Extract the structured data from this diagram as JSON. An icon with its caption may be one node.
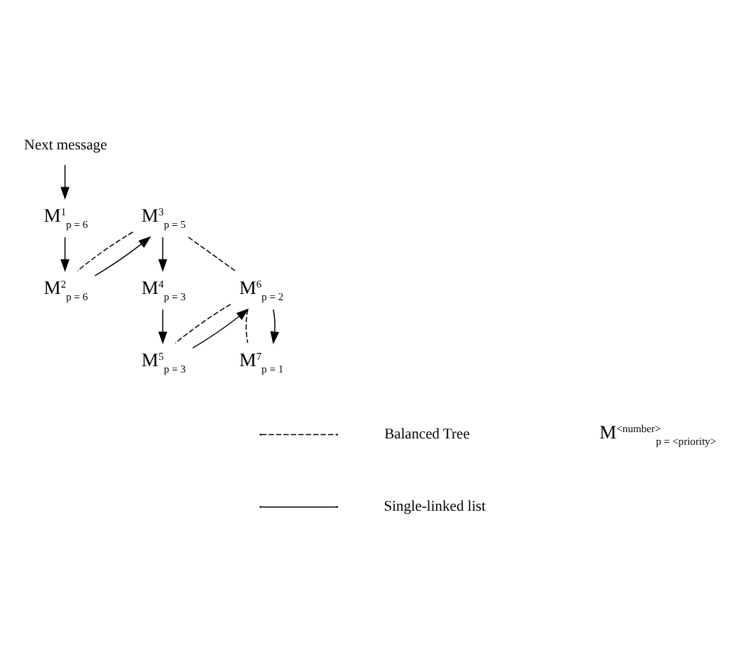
{
  "diagram": {
    "nodes": [
      {
        "text": [
          "Next message"
        ]
      },
      {
        "text": [
          "M$^{3}$$_{p = 5}$"
        ]
      },
      {
        "text": [
          "M$^{1}$$_{p = 6}$"
        ]
      },
      {
        "text": [
          "M$^{2}$$_{p = 6}$"
        ]
      },
      {
        "text": [
          "M$^{6}$$_{p = 2}$"
        ]
      },
      {
        "text": [
          "M$^{4}$$_{p = 3}$"
        ]
      },
      {
        "text": [
          "M$^{5}$$_{p = 3}$"
        ]
      },
      {
        "text": [
          "M$^{7}$$_{p = 1}$"
        ]
      }
    ],
    "edges": [
      {
        "from": 1,
        "to": 4,
        "arrow": "none",
        "style": "dashed"
      },
      {
        "from": 1,
        "to": 3,
        "arrow": "none",
        "style": "dashed"
      },
      {
        "from": 4,
        "to": 7,
        "arrow": "none",
        "style": "dashed"
      },
      {
        "from": 4,
        "to": 6,
        "arrow": "none",
        "style": "dashed"
      },
      {
        "from": 0,
        "to": 2,
        "arrow": "to"
      },
      {
        "from": 2,
        "to": 3,
        "arrow": "to"
      },
      {
        "from": 3,
        "to": 1,
        "arrow": "to"
      },
      {
        "from": 1,
        "to": 5,
        "arrow": "to"
      },
      {
        "from": 5,
        "to": 6,
        "arrow": "to"
      },
      {
        "from": 6,
        "to": 4,
        "arrow": "to"
      },
      {
        "from": 4,
        "to": 7,
        "arrow": "to"
      }
    ],
    "labels": [
      "M$^{<number>}$$_{p = <priority>}$"
    ],
    "legend": [
      {
        "text": "Balanced Tree"
      },
      {
        "text": "Single-linked list"
      }
    ]
  }
}
